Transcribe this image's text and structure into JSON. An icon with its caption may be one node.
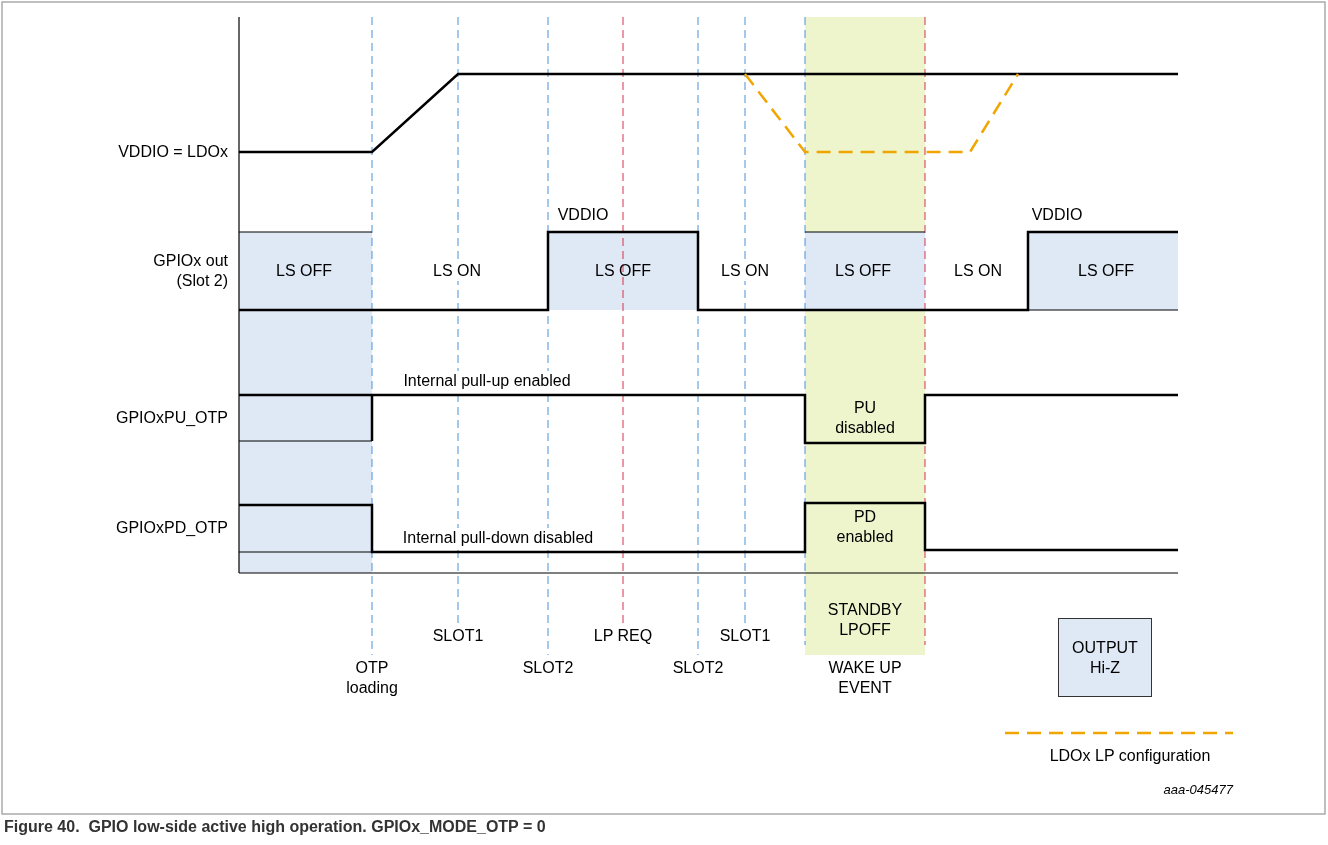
{
  "diagram": {
    "caption": "Figure 40.  GPIO low-side active high operation. GPIOx_MODE_OTP = 0",
    "labels": [
      "VDDIO = LDOx",
      "VDDIO",
      "VDDIO",
      "GPIOx out (Slot 2)",
      "LS OFF",
      "LS ON",
      "LS OFF",
      "LS ON",
      "LS OFF",
      "LS ON",
      "LS OFF",
      "Internal pull-up enabled",
      "GPIOxPU_OTP",
      "PU disabled",
      "GPIOxPD_OTP",
      "PD enabled",
      "Internal pull-down disabled",
      "STANDBY LPOFF",
      "SLOT1",
      "LP REQ",
      "SLOT1",
      "OTP loading",
      "SLOT2",
      "SLOT2",
      "WAKE UP EVENT",
      "aaa-045477"
    ],
    "legend": [
      {
        "text": "OUTPUT Hi-Z",
        "color": "#dfe9f5"
      },
      {
        "text": "LDOx LP configuration"
      }
    ]
  }
}
